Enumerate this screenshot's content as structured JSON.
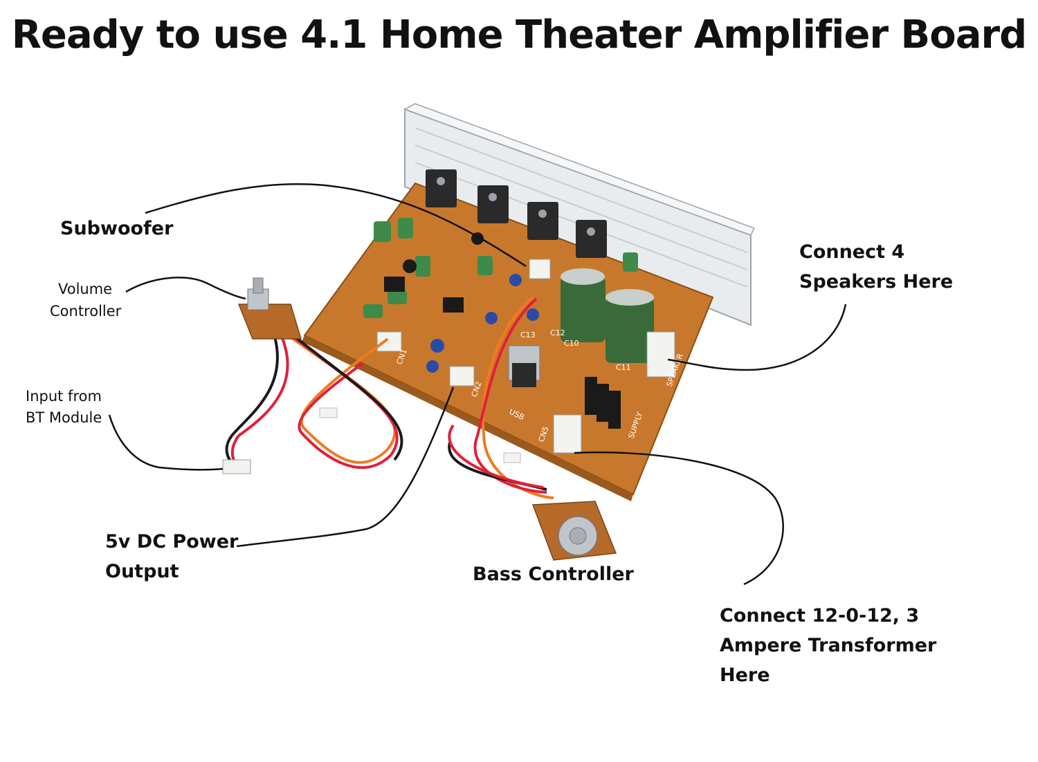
{
  "title": "Ready to use 4.1 Home Theater Amplifier Board",
  "labels": {
    "subwoofer": "Subwoofer",
    "volume_1": "Volume",
    "volume_2": "Controller",
    "input_1": "Input from",
    "input_2": "BT Module",
    "speakers_1": "Connect 4",
    "speakers_2": "Speakers Here",
    "power_1": "5v DC Power",
    "power_2": "Output",
    "bass": "Bass Controller",
    "transformer_1": "Connect 12-0-12, 3",
    "transformer_2": "Ampere Transformer",
    "transformer_3": "Here"
  },
  "board_markings": {
    "cn1": "CN1",
    "cn2": "CN2",
    "cn5": "CN5",
    "usb": "USB",
    "supply": "SUPPLY",
    "speaker": "SPEAKER",
    "c10": "C10",
    "c11": "C11",
    "c12": "C12",
    "c13": "C13"
  },
  "colors": {
    "pcb": "#c8782c",
    "heatsink": "#dde3e8",
    "capacitor_large": "#3a6a3a",
    "wire_red": "#e0203a",
    "wire_black": "#1a1a1a",
    "wire_orange": "#f07a20"
  }
}
